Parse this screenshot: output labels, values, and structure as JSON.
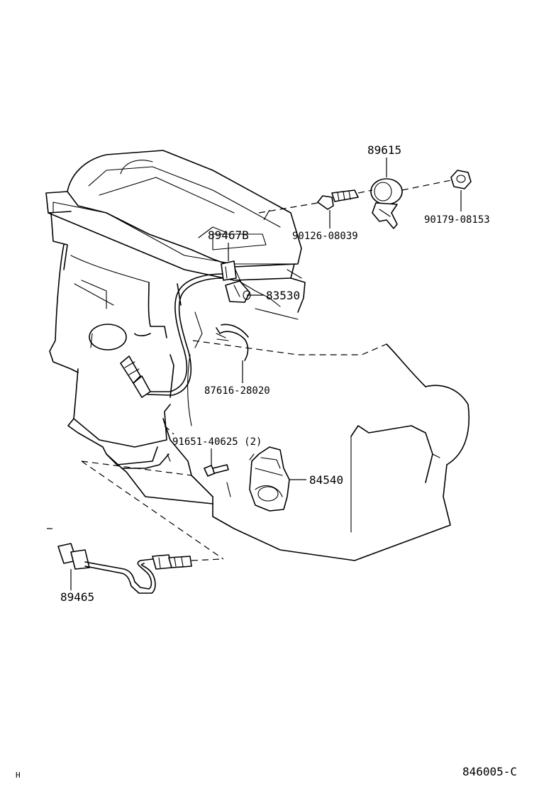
{
  "diagram": {
    "part_labels": {
      "p89615": "89615",
      "p90179": "90179-08153",
      "p90126": "90126-08039",
      "p89467b": "89467B",
      "p83530": "83530",
      "p87616": "87616-28020",
      "p91651": "91651-40625 (2)",
      "p84540": "84540",
      "p89465": "89465"
    },
    "corner_mark": "H",
    "figure_code": "846005-C"
  }
}
